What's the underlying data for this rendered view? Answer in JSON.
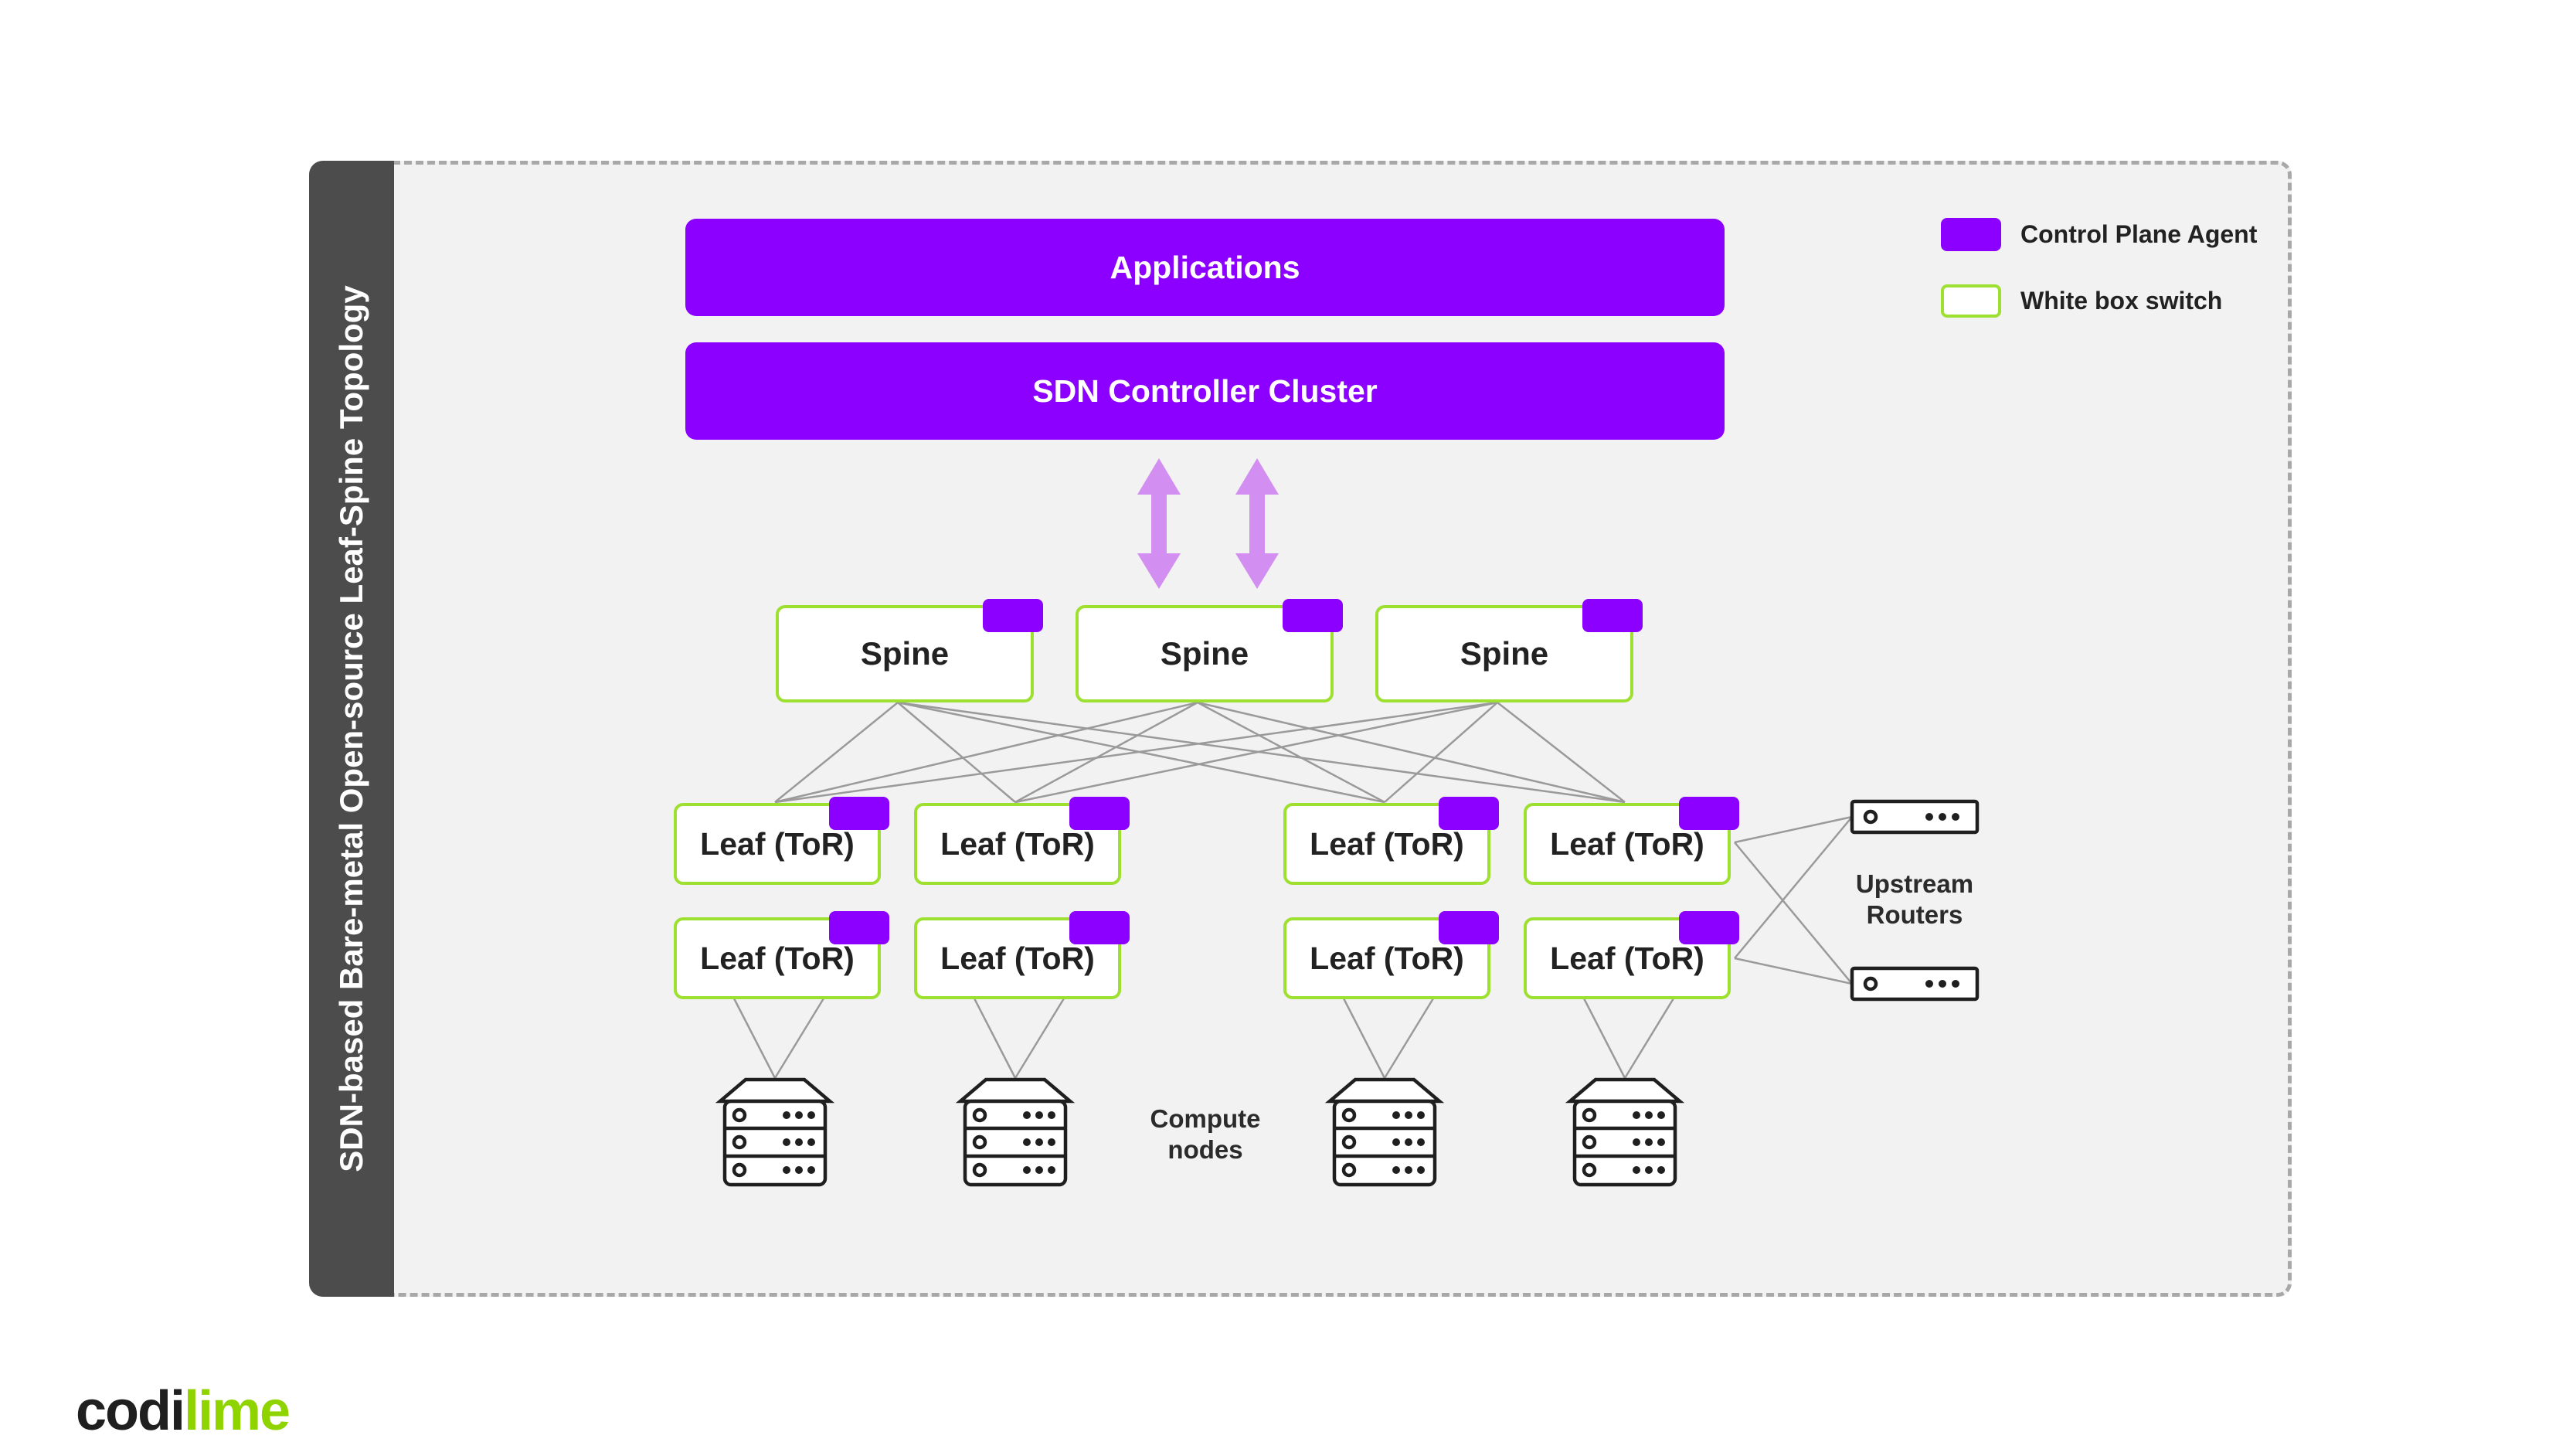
{
  "side_title": "SDN-based Bare-metal Open-source Leaf-Spine Topology",
  "applications_label": "Applications",
  "controller_label": "SDN Controller Cluster",
  "spine_label": "Spine",
  "leaf_label": "Leaf (ToR)",
  "compute_label": "Compute nodes",
  "upstream_label": "Upstream Routers",
  "legend": {
    "control_plane": "Control Plane Agent",
    "white_box": "White box switch"
  },
  "logo": {
    "part1": "codi",
    "part2": "lime"
  },
  "colors": {
    "purple": "#8b00ff",
    "lime": "#9de02f",
    "arrow": "#d28ef0",
    "band": "#4c4c4c"
  }
}
